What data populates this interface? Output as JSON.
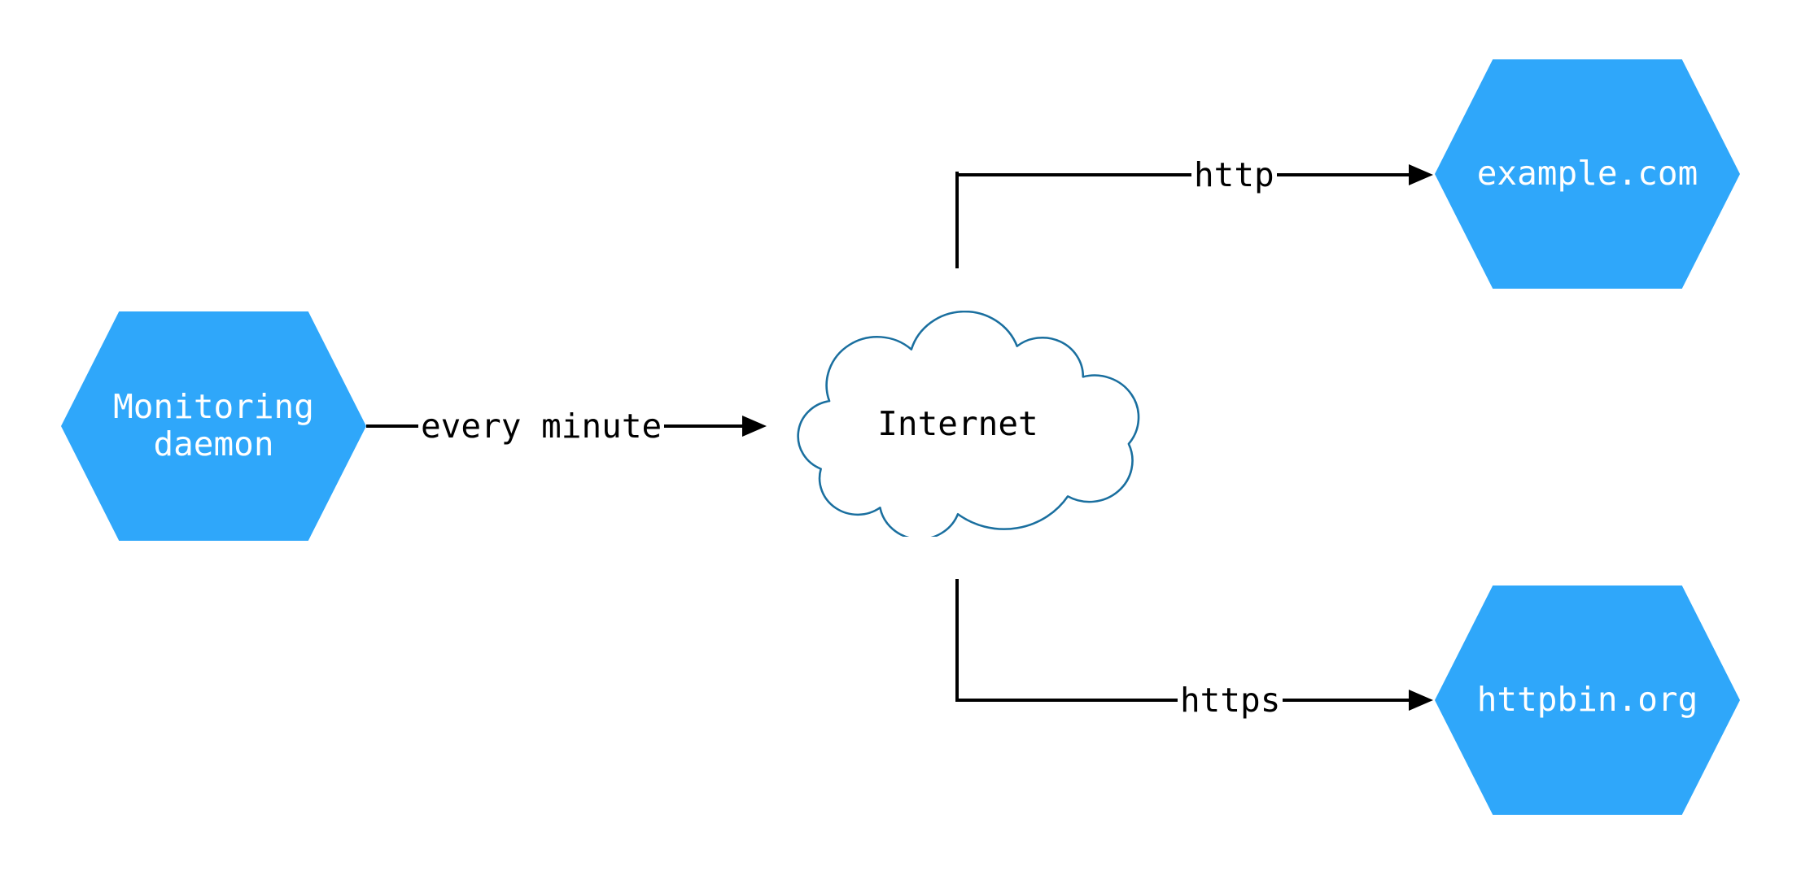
{
  "diagram": {
    "type": "network-diagram",
    "background": "#ffffff",
    "colors": {
      "node_fill": "#2fa7fa",
      "node_text": "#ffffff",
      "cloud_stroke": "#1a6f9f",
      "cloud_fill": "#ffffff",
      "cloud_text": "#000000",
      "edge_line": "#000000",
      "edge_text": "#000000"
    },
    "nodes": {
      "monitoring": {
        "label": "Monitoring\ndaemon",
        "shape": "hexagon"
      },
      "internet": {
        "label": "Internet",
        "shape": "cloud"
      },
      "example": {
        "label": "example.com",
        "shape": "hexagon"
      },
      "httpbin": {
        "label": "httpbin.org",
        "shape": "hexagon"
      }
    },
    "edges": {
      "monitoring_to_internet": {
        "from": "monitoring",
        "to": "internet",
        "label": "every minute"
      },
      "internet_to_example": {
        "from": "internet",
        "to": "example",
        "label": "http"
      },
      "internet_to_httpbin": {
        "from": "internet",
        "to": "httpbin",
        "label": "https"
      }
    }
  }
}
